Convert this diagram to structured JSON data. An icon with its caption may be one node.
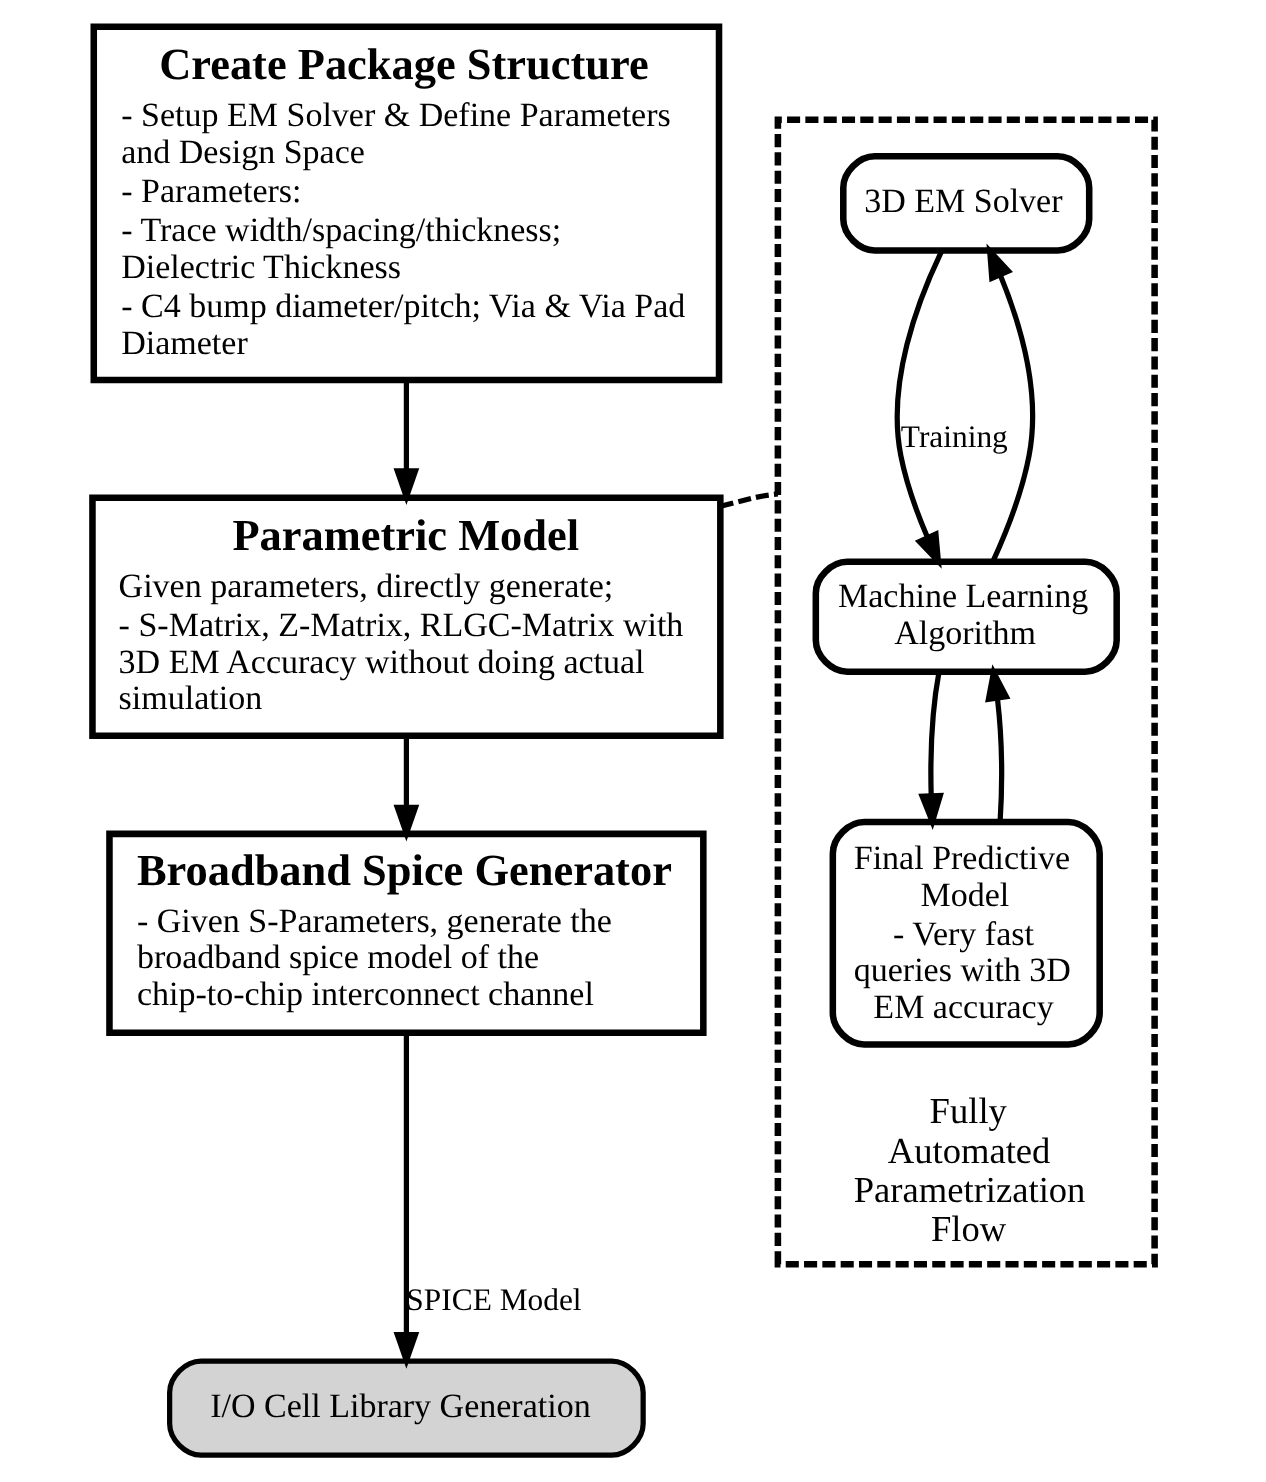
{
  "diagram": {
    "nodes": [
      {
        "text": [
          "Create Package Structure",
          "- Setup EM Solver & Define Parameters and Design Space",
          "- Parameters:",
          "- Trace width/spacing/thickness; Dielectric Thickness",
          "- C4 bump diameter/pitch; Via & Via Pad Diameter"
        ]
      },
      {
        "text": [
          "Parametric Model",
          "Given parameters, directly generate;",
          "- S-Matrix, Z-Matrix, RLGC-Matrix with 3D EM Accuracy without doing actual simulation"
        ]
      },
      {
        "text": [
          "Broadband Spice Generator",
          "- Given S-Parameters, generate the broadband spice model of the chip-to-chip interconnect channel"
        ]
      },
      {
        "text": [
          "I/O Cell Library Generation"
        ]
      },
      {
        "text": [
          "Fully Automated Parametrization Flow"
        ]
      },
      {
        "text": [
          "3D EM Solver"
        ],
        "in": 4
      },
      {
        "text": [
          "Machine Learning Algorithm"
        ],
        "in": 4
      },
      {
        "text": [
          "Final Predictive Model",
          "- Very fast queries with 3D EM accuracy"
        ],
        "in": 4
      }
    ],
    "edges": [
      {
        "from": 0,
        "to": 1,
        "arrow": "to"
      },
      {
        "from": 1,
        "to": 2,
        "arrow": "to"
      },
      {
        "from": 2,
        "to": 3,
        "arrow": "to",
        "label": "SPICE Model"
      },
      {
        "from": 6,
        "to": 5,
        "arrow": "to"
      },
      {
        "from": 5,
        "to": 6,
        "arrow": "to",
        "label": "Training"
      },
      {
        "from": 7,
        "to": 6,
        "arrow": "to"
      },
      {
        "from": 6,
        "to": 7,
        "arrow": "to"
      },
      {
        "from": 1,
        "to": 4,
        "arrow": "none",
        "style": "dashed"
      }
    ]
  }
}
